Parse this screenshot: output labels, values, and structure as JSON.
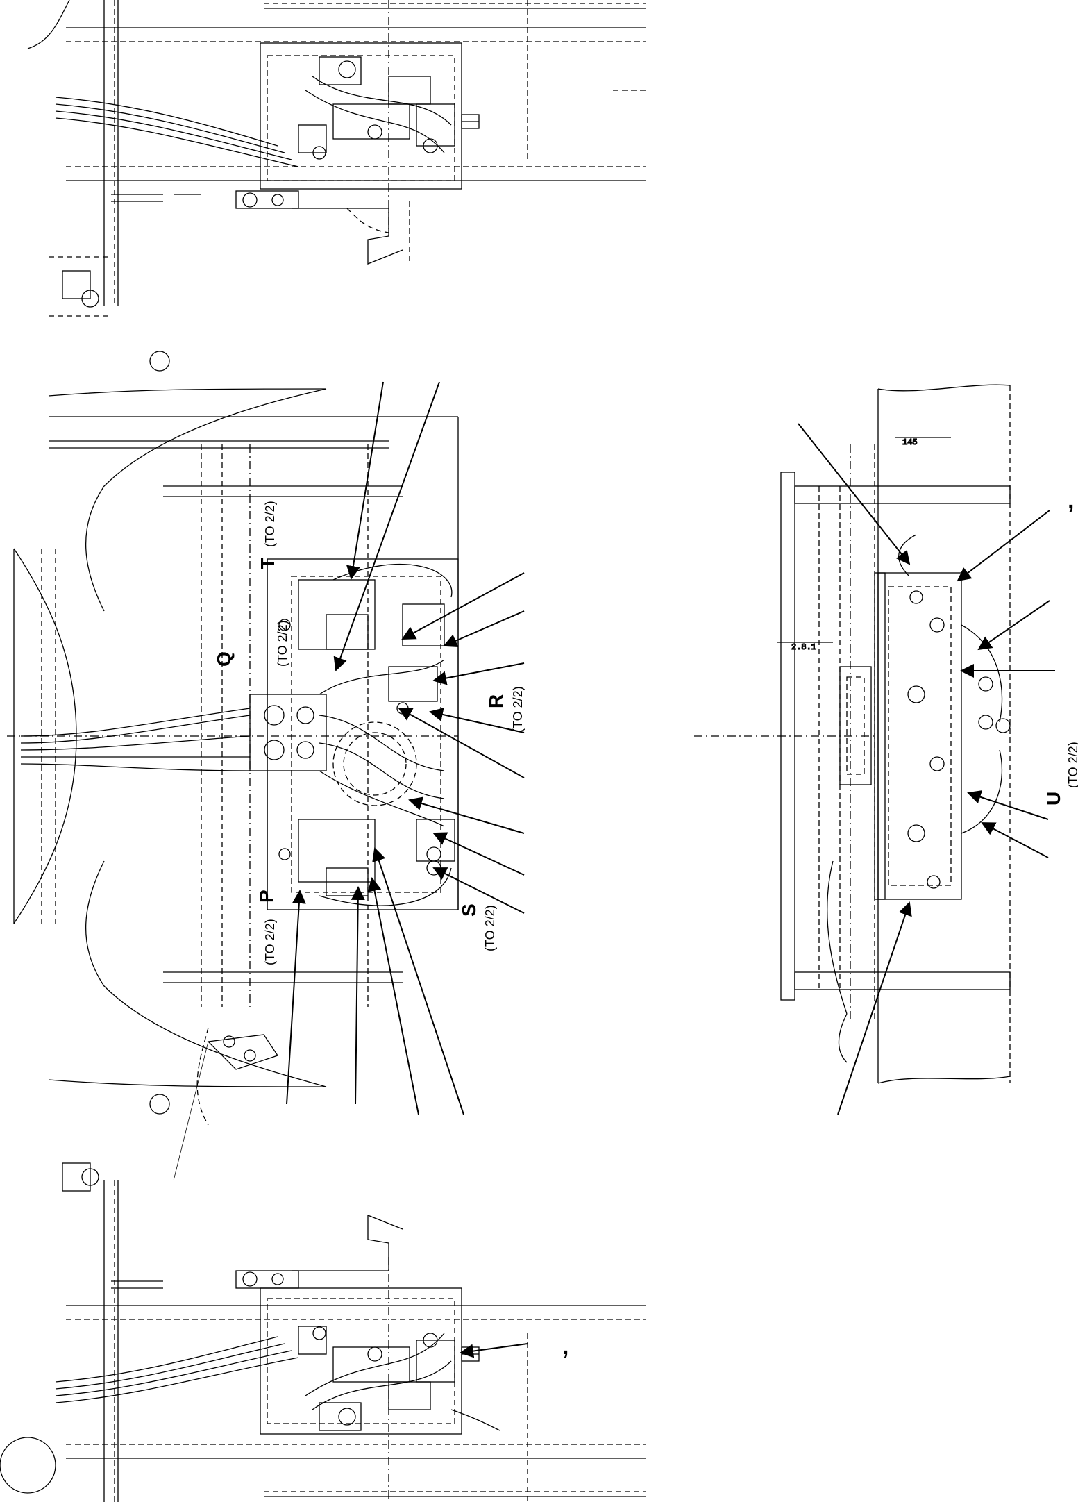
{
  "views": {
    "top_plan": {
      "label": "",
      "note": ""
    },
    "main_plan": {
      "labels": {
        "P": "P",
        "Q": "Q",
        "R": "R",
        "S": "S",
        "T": "T"
      },
      "refs": {
        "P": "(TO 2/2)",
        "Q": "(TO 2/2)",
        "R": "(TO 2/2)",
        "S": "(TO 2/2)",
        "T": "(TO 2/2)"
      }
    },
    "side_view": {
      "labels": {
        "U": "U"
      },
      "refs": {
        "U": "(TO 2/2)"
      }
    },
    "bottom_plan": {
      "label": ""
    }
  },
  "callout_marks": {
    "comma_right_upper": ",",
    "comma_bottom": ","
  }
}
